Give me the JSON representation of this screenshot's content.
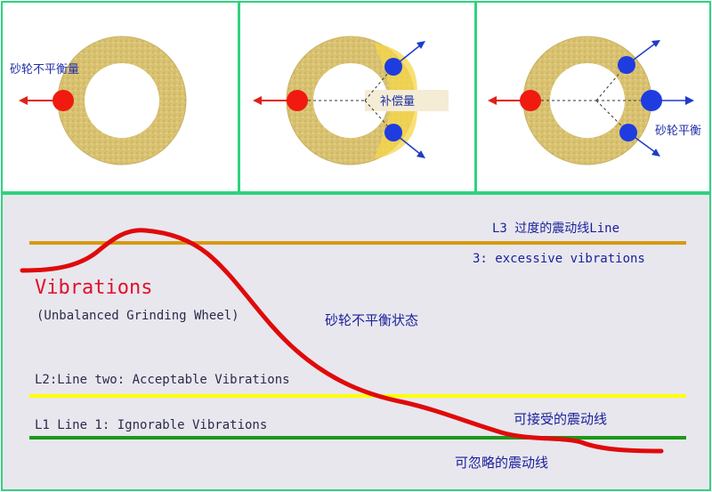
{
  "panels": {
    "p1": {
      "label": "砂轮不平衡量"
    },
    "p2": {
      "label": "补偿量"
    },
    "p3": {
      "label": "砂轮平衡"
    }
  },
  "chart": {
    "line3": {
      "label": "L3 过度的震动线Line",
      "sublabel": "3: excessive vibrations",
      "color": "#d89a12"
    },
    "line2": {
      "label": "L2:Line two: Acceptable Vibrations",
      "color": "#ffff00"
    },
    "line1": {
      "label": "L1 Line 1: Ignorable Vibrations",
      "color": "#1a9a1a"
    },
    "curve_color": "#e00a0a",
    "title": "Vibrations",
    "subtitle": "(Unbalanced Grinding Wheel)",
    "state_label": "砂轮不平衡状态",
    "acceptable_label": "可接受的震动线",
    "ignorable_label": "可忽略的震动线"
  }
}
